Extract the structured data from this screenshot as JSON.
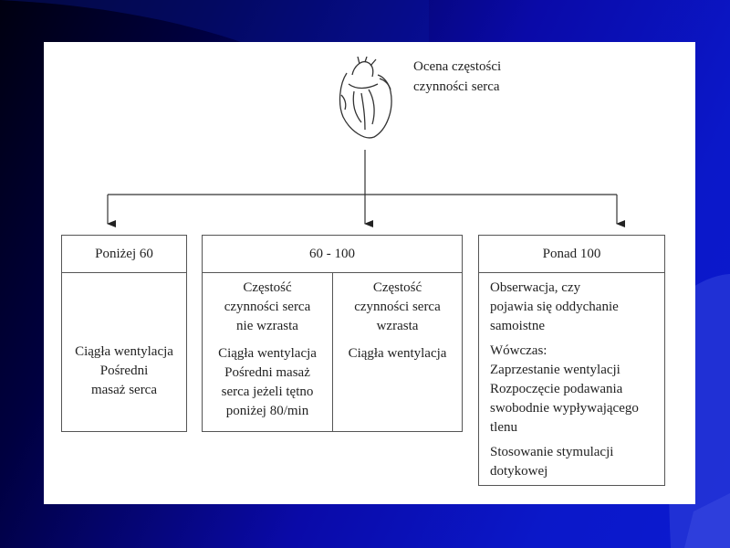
{
  "title": {
    "line1": "Ocena częstości",
    "line2": "czynności serca"
  },
  "boxes": {
    "left": {
      "header": "Poniżej 60",
      "lines": [
        "Ciągła wentylacja",
        "Pośredni",
        "masaż serca"
      ]
    },
    "middle": {
      "header": "60 - 100",
      "col1": {
        "condition": [
          "Częstość",
          "czynności serca",
          "nie wzrasta"
        ],
        "actions": [
          "Ciągła wentylacja",
          "Pośredni masaż",
          "serca jeżeli tętno",
          "poniżej 80/min"
        ]
      },
      "col2": {
        "condition": [
          "Częstość",
          "czynności serca",
          "wzrasta"
        ],
        "actions": [
          "Ciągła wentylacja"
        ]
      }
    },
    "right": {
      "header": "Ponad 100",
      "lines1": [
        "Obserwacja, czy",
        "pojawia się oddychanie",
        "samoistne"
      ],
      "lines2": [
        "Wówczas:",
        "Zaprzestanie wentylacji",
        "Rozpoczęcie podawania",
        "swobodnie wypływającego",
        "tlenu"
      ],
      "lines3": [
        "Stosowanie stymulacji",
        "dotykowej"
      ]
    }
  },
  "icons": {
    "heart": "heart-icon"
  },
  "colors": {
    "background": "#0b1ad0",
    "slide": "#ffffff",
    "line": "#333333"
  }
}
